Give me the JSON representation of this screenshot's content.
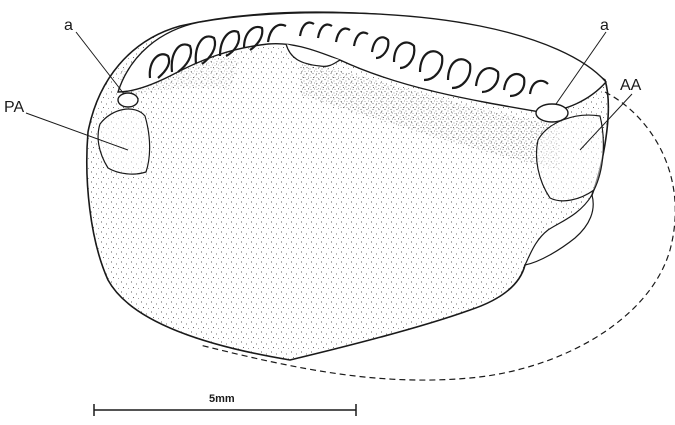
{
  "figure": {
    "labels": {
      "a_posterior": "a",
      "a_anterior": "a",
      "pa": "PA",
      "aa": "AA"
    },
    "scale_bar": {
      "label": "5mm"
    },
    "colors": {
      "ink": "#1a1a1a",
      "paper": "#ffffff"
    }
  }
}
